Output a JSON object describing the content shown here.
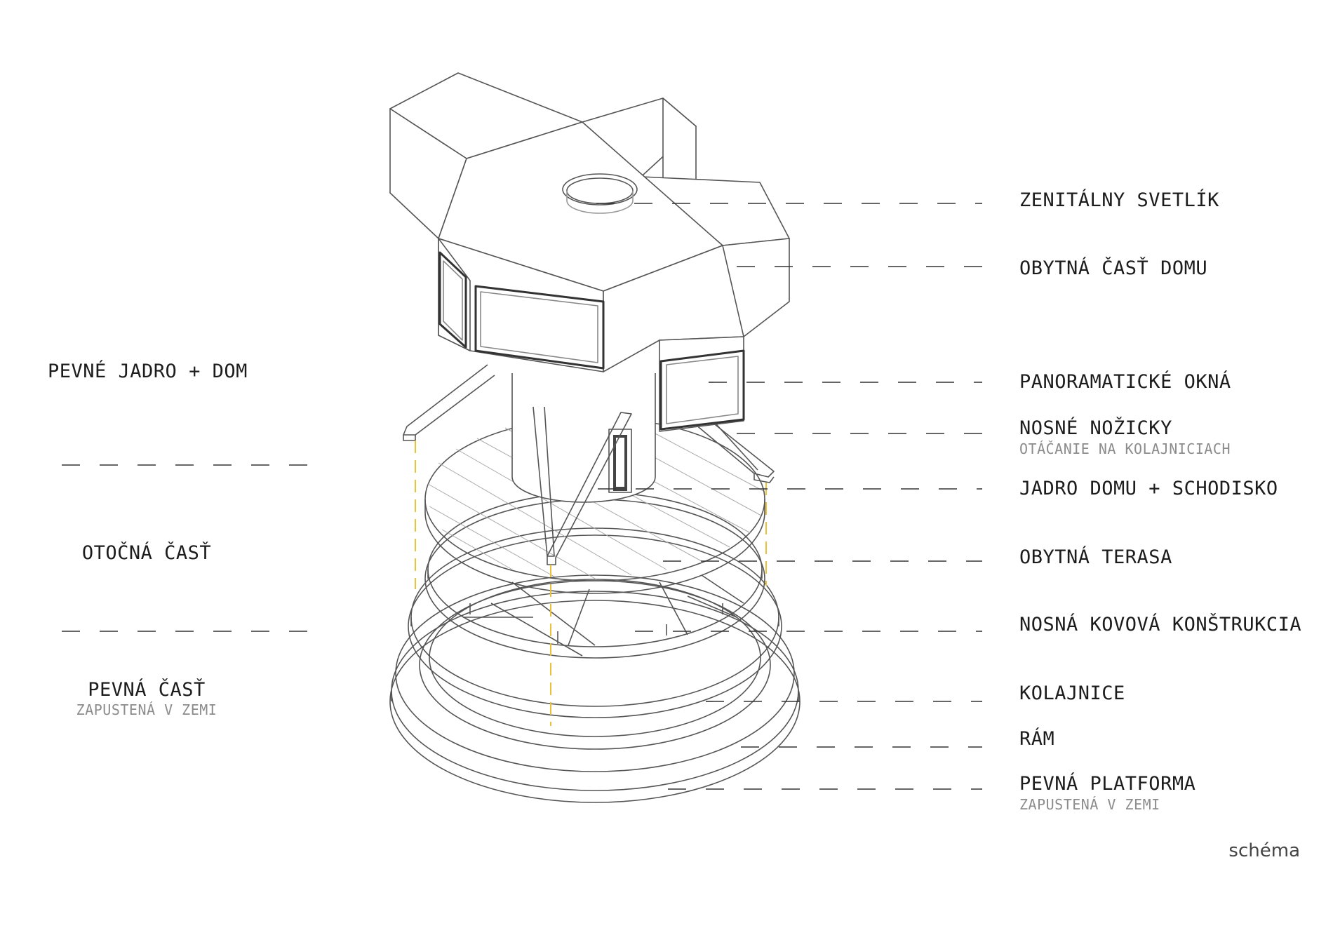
{
  "colors": {
    "line": "#555555",
    "dash": "#333333",
    "accent": "#e9c23a",
    "text": "#1c1c1c",
    "subtext": "#8c8c8c"
  },
  "left_labels": [
    {
      "title": "PEVNÉ JADRO + DOM"
    },
    {
      "title": "OTOČNÁ ČASŤ"
    },
    {
      "title": "PEVNÁ ČASŤ",
      "subtitle": "ZAPUSTENÁ V ZEMI"
    }
  ],
  "right_labels": [
    {
      "title": "ZENITÁLNY SVETLÍK"
    },
    {
      "title": "OBYTNÁ ČASŤ DOMU"
    },
    {
      "title": "PANORAMATICKÉ OKNÁ"
    },
    {
      "title": "NOSNÉ NOŽICKY",
      "subtitle": "OTÁČANIE NA KOLAJNICIACH"
    },
    {
      "title": "JADRO DOMU + SCHODISKO"
    },
    {
      "title": "OBYTNÁ TERASA"
    },
    {
      "title": "NOSNÁ KOVOVÁ KONŠTRUKCIA"
    },
    {
      "title": "KOLAJNICE"
    },
    {
      "title": "RÁM"
    },
    {
      "title": "PEVNÁ PLATFORMA",
      "subtitle": "ZAPUSTENÁ V ZEMI"
    }
  ],
  "caption": "schéma"
}
